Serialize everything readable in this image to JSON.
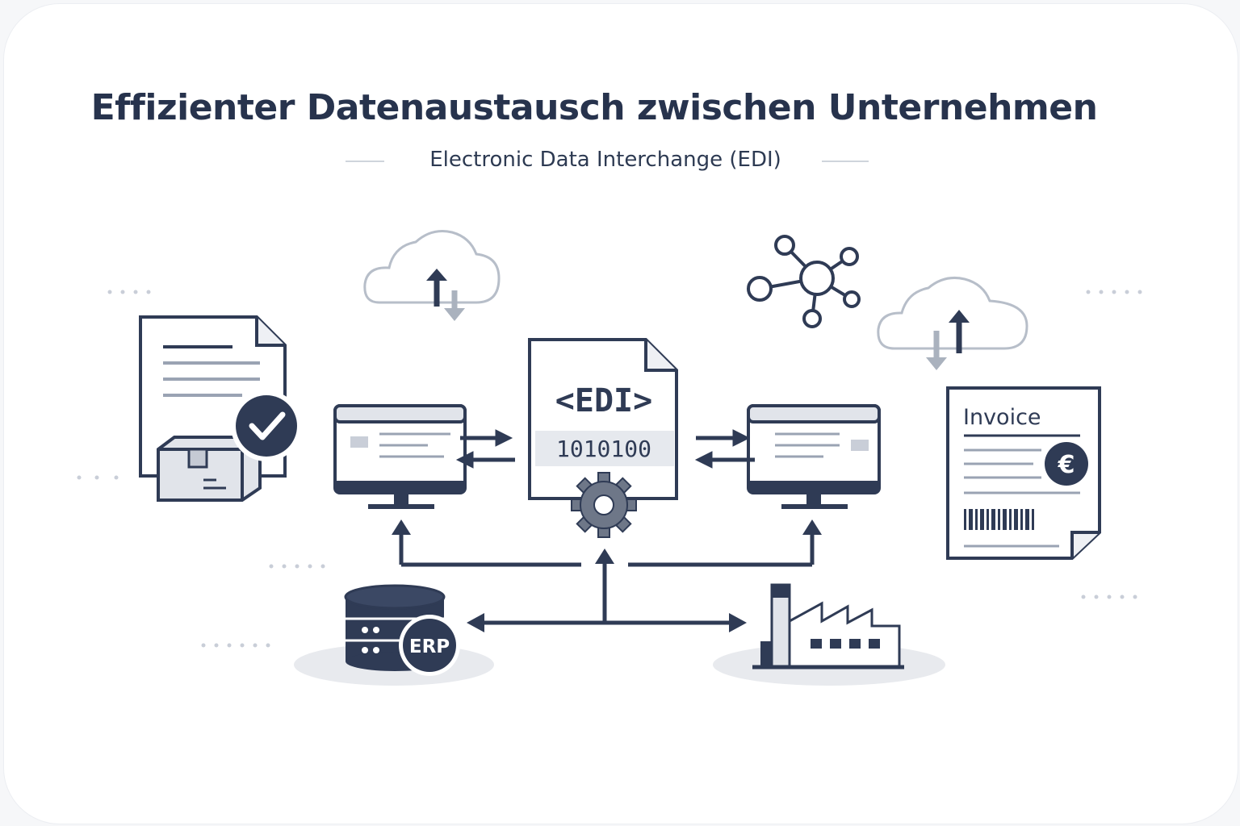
{
  "header": {
    "title": "Effizienter Datenaustausch zwischen Unternehmen",
    "subtitle": "Electronic Data Interchange (EDI)"
  },
  "edi_document": {
    "tag": "<EDI>",
    "binary": "1010100"
  },
  "invoice": {
    "label": "Invoice",
    "currency_symbol": "€"
  },
  "erp": {
    "label": "ERP"
  },
  "colors": {
    "navy": "#2f3b55",
    "light_gray": "#dfe3ea",
    "line_gray": "#9aa3b3",
    "background": "#ffffff"
  }
}
